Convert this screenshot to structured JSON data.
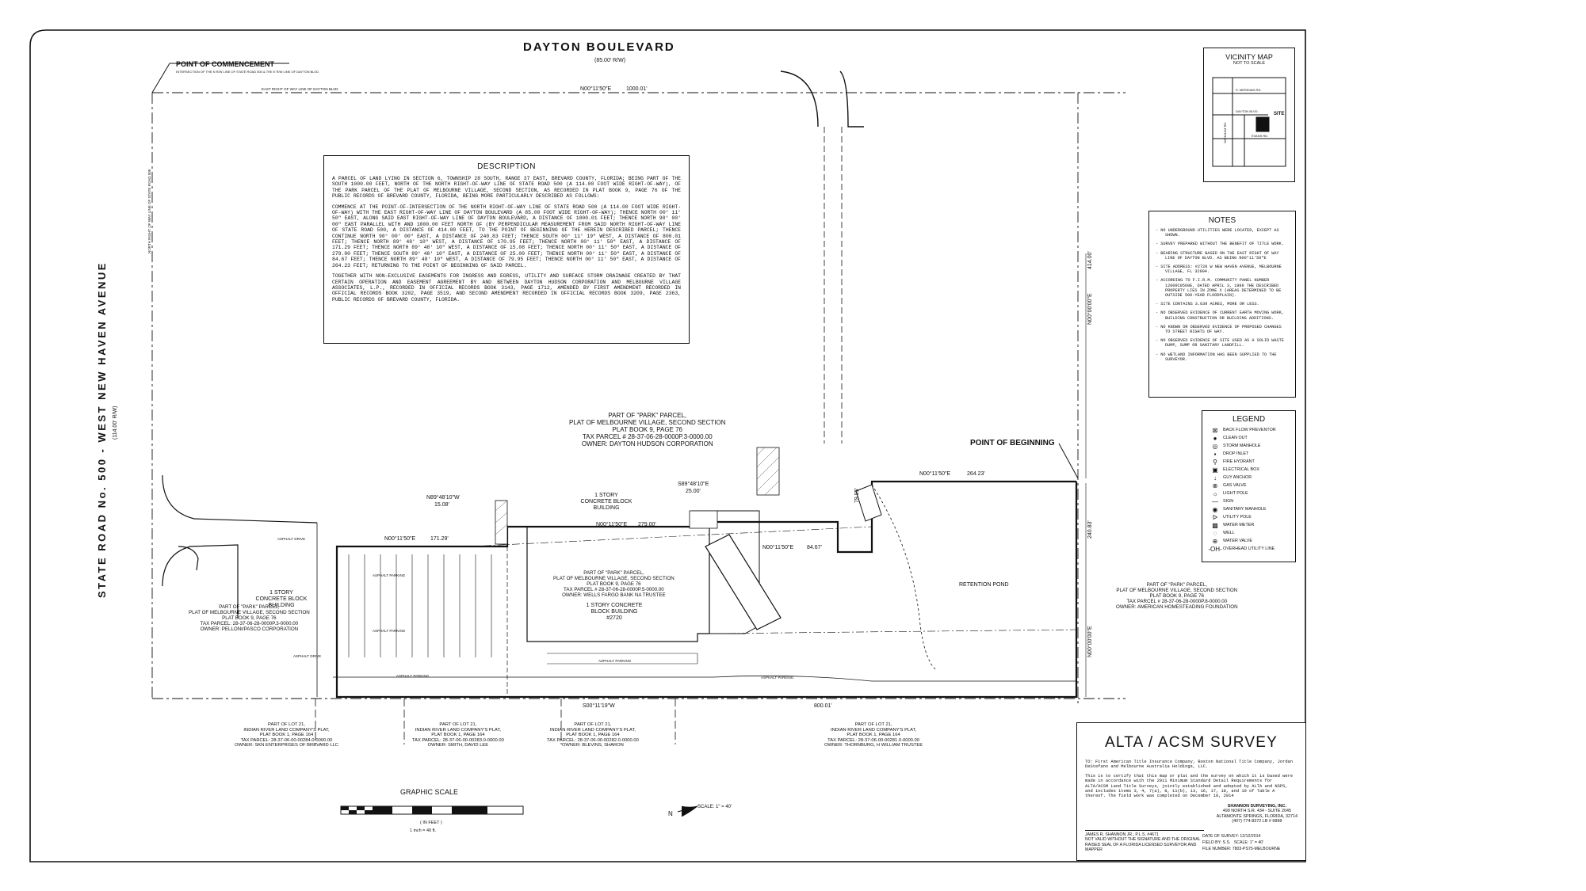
{
  "title": {
    "road_top": "DAYTON BOULEVARD",
    "road_top_rw": "(85.00' R/W)",
    "road_left": "STATE ROAD No. 500 - WEST NEW HAVEN AVENUE",
    "road_left_rw": "(114.00' R/W)"
  },
  "labels": {
    "poc": "POINT OF COMMENCEMENT",
    "poc_sub": "INTERSECTION OF THE N R/W LINE OF STATE ROAD 500 & THE E R/W LINE OF DAYTON BLVD.",
    "pob": "POINT OF BEGINNING",
    "east_row": "EAST RIGHT OF WAY LINE OF DAYTON BLVD.",
    "north_row": "NORTH RIGHT OF WAY LINE OF STATE ROAD 500",
    "retention_pond": "RETENTION POND",
    "graphic_scale": "GRAPHIC SCALE",
    "scale_in_feet": "( IN FEET )",
    "scale_inch": "1 inch = 40 ft.",
    "scale_north": "SCALE: 1\" = 40'",
    "north_arrow": "N",
    "asphalt_parking": "ASPHALT PARKING",
    "asphalt_drive": "ASPHALT DRIVE"
  },
  "bearings": {
    "b1": "N00°11'50\"E",
    "d1": "1000.01'",
    "b2": "N00°11'50\"E",
    "d2": "264.23'",
    "b3": "N00°11'50\"E",
    "d3": "171.29'",
    "b4": "N89°48'10\"W",
    "d4": "15.08'",
    "b5": "N00°11'50\"E",
    "d5": "279.00'",
    "b6": "S89°48'10\"E",
    "d6": "25.00'",
    "b7": "N00°11'50\"E",
    "d7": "84.67'",
    "b8": "S00°11'19\"W",
    "d8": "800.01'",
    "b9": "N00°00'00\"E",
    "d9": "414.00'",
    "d10": "240.83'",
    "d11": "79.95'"
  },
  "buildings": {
    "north": "1 STORY CONCRETE BLOCK BUILDING",
    "west": "1 STORY CONCRETE BLOCK BUILDING",
    "center": "1 STORY CONCRETE BLOCK BUILDING #2720"
  },
  "parcels": {
    "north": [
      "PART OF \"PARK\" PARCEL,",
      "PLAT OF MELBOURNE VILLAGE, SECOND SECTION",
      "PLAT BOOK 9, PAGE 76",
      "TAX PARCEL # 28-37-06-28-0000P.3-0000.00",
      "OWNER: DAYTON HUDSON CORPORATION"
    ],
    "west": [
      "PART OF \"PARK\" PARCEL,",
      "PLAT OF MELBOURNE VILLAGE, SECOND SECTION",
      "PLAT BOOK 9, PAGE 76",
      "TAX PARCEL: 28-37-06-28-0000P.3-0000.00",
      "OWNER: PELLONI/PASCO CORPORATION"
    ],
    "center": [
      "PART OF \"PARK\" PARCEL,",
      "PLAT OF MELBOURNE VILLAGE, SECOND SECTION",
      "PLAT BOOK 9, PAGE 76",
      "TAX PARCEL # 28-37-06-28-0000P.5-0000.00",
      "OWNER: WELLS FARGO BANK NA TRUSTEE"
    ],
    "east": [
      "PART OF \"PARK\" PARCEL,",
      "PLAT OF MELBOURNE VILLAGE, SECOND SECTION",
      "PLAT BOOK 9, PAGE 76",
      "TAX PARCEL # 28-37-06-28-0000P.8-0000.00",
      "OWNER: AMERICAN HOMESTEADING FOUNDATION"
    ],
    "s1": [
      "PART OF LOT 21,",
      "INDIAN RIVER LAND COMPANY'S PLAT,",
      "PLAT BOOK 1, PAGE 164",
      "TAX PARCEL: 28-37-06-00-00284.0-0000.00",
      "OWNER: SKN ENTERPRISES OF BREVARD LLC"
    ],
    "s2": [
      "PART OF LOT 21,",
      "INDIAN RIVER LAND COMPANY'S PLAT,",
      "PLAT BOOK 1, PAGE 164",
      "TAX PARCEL: 28-37-06-00-00283.0-0000.00",
      "OWNER: SMITH, DAVID LEE"
    ],
    "s3": [
      "PART OF LOT 21,",
      "INDIAN RIVER LAND COMPANY'S PLAT,",
      "PLAT BOOK 1, PAGE 164",
      "TAX PARCEL: 28-37-06-00-00282.0-0000.00",
      "OWNER: BLEVINS, SHARON"
    ],
    "s4": [
      "PART OF LOT 21,",
      "INDIAN RIVER LAND COMPANY'S PLAT,",
      "PLAT BOOK 1, PAGE 164",
      "TAX PARCEL: 28-37-06-00-00281.0-0000.00",
      "OWNER: THORNBURG, H WILLIAM TRUSTEE"
    ]
  },
  "description": {
    "title": "DESCRIPTION",
    "p1": "A PARCEL OF LAND LYING IN SECTION 6, TOWNSHIP 28 SOUTH, RANGE 37 EAST, BREVARD COUNTY, FLORIDA; BEING PART OF THE SOUTH 1000.00 FEET, NORTH OF THE NORTH RIGHT-OF-WAY LINE OF STATE ROAD 500 (A 114.00 FOOT WIDE RIGHT-OF-WAY), OF THE PARK PARCEL OF THE PLAT OF MELBOURNE VILLAGE, SECOND SECTION, AS RECORDED IN PLAT BOOK 9, PAGE 76 OF THE PUBLIC RECORDS OF BREVARD COUNTY, FLORIDA, BEING MORE PARTICULARLY DESCRIBED AS FOLLOWS:",
    "p2": "COMMENCE AT THE POINT-OF-INTERSECTION OF THE NORTH RIGHT-OF-WAY LINE OF STATE ROAD 500 (A 114.00 FOOT WIDE RIGHT-OF-WAY) WITH THE EAST RIGHT-OF-WAY LINE OF DAYTON BOULEVARD (A 85.00 FOOT WIDE RIGHT-OF-WAY); THENCE NORTH 00° 11' 50\" EAST, ALONG SAID EAST RIGHT-OF-WAY LINE OF DAYTON BOULEVARD, A DISTANCE OF 1000.01 FEET; THENCE NORTH 90° 00' 00\" EAST PARALLEL WITH AND 1000.00 FEET NORTH OF (BY PERPENDICULAR MEASUREMENT FROM SAID NORTH RIGHT-OF-WAY LINE OF STATE ROAD 500, A DISTANCE OF 414.00 FEET, TO THE POINT OF BEGINNING OF THE HEREIN DESCRIBED PARCEL; THENCE CONTINUE NORTH 90° 00' 00\" EAST, A DISTANCE OF 240.83 FEET; THENCE SOUTH 00° 11' 19\" WEST, A DISTANCE OF 800.01 FEET; THENCE NORTH 89° 48' 10\" WEST, A DISTANCE OF 170.95 FEET; THENCE NORTH 00° 11' 50\" EAST, A DISTANCE OF 171.29 FEET; THENCE NORTH 89° 48' 10\" WEST, A DISTANCE OF 15.08 FEET; THENCE NORTH 00° 11' 50\" EAST, A DISTANCE OF 279.00 FEET; THENCE SOUTH 89° 48' 10\" EAST, A DISTANCE OF 25.00 FEET; THENCE NORTH 00° 11' 50\" EAST, A DISTANCE OF 84.67 FEET; THENCE NORTH 89° 48' 10\" WEST, A DISTANCE OF 79.95 FEET; THENCE NORTH 00° 11' 50\" EAST, A DISTANCE OF 264.23 FEET; RETURNING TO THE POINT OF BEGINNING OF SAID PARCEL.",
    "p3": "TOGETHER WITH NON-EXCLUSIVE EASEMENTS FOR INGRESS AND EGRESS, UTILITY AND SURFACE STORM DRAINAGE CREATED BY THAT CERTAIN OPERATION AND EASEMENT AGREEMENT BY AND BETWEEN DAYTON HUDSON CORPORATION AND MELBOURNE VILLAGE ASSOCIATES, L.P., RECORDED IN OFFICIAL RECORDS BOOK 3143, PAGE 1712, AMENDED BY FIRST AMENDMENT RECORDED IN OFFICIAL RECORDS BOOK 3202, PAGE 3519, AND SECOND AMENDMENT RECORDED IN OFFICIAL RECORDS BOOK 3209, PAGE 2363, PUBLIC RECORDS OF BREVARD COUNTY, FLORIDA."
  },
  "vicinity": {
    "title": "VICINITY MAP",
    "subtitle": "NOT TO SCALE",
    "site": "SITE",
    "roads": [
      "S. MERIDIAN RD.",
      "DAYTON BLVD.",
      "EVANS RD.",
      "WICKHAM RD."
    ]
  },
  "notes": {
    "title": "NOTES",
    "items": [
      "- NO UNDERGROUND UTILITIES WERE LOCATED, EXCEPT AS SHOWN.",
      "- SURVEY PREPARED WITHOUT THE BENEFIT OF TITLE WORK.",
      "- BEARING STRUCTURE BASED ON THE EAST RIGHT OF WAY LINE OF DAYTON BLVD. AS BEING N00°11'50\"E",
      "- SITE ADDRESS: #2720 W NEW HAVEN AVENUE, MELBOURNE VILLAGE, FL 32904.",
      "- ACCORDING TO F.I.R.M. COMMUNITY PANEL NUMBER 12009C0560E, DATED APRIL 3, 1989 THE DESCRIBED PROPERTY LIES IN ZONE X (AREAS DETERMINED TO BE OUTSIDE 500-YEAR FLOODPLAIN).",
      "- SITE CONTAINS 3.639 ACRES, MORE OR LESS.",
      "- NO OBSERVED EVIDENCE OF CURRENT EARTH MOVING WORK, BUILDING CONSTRUCTION OR BUILDING ADDITIONS.",
      "- NO KNOWN OR OBSERVED EVIDENCE OF PROPOSED CHANGES TO STREET RIGHTS OF WAY.",
      "- NO OBSERVED EVIDENCE OF SITE USED AS A SOLID WASTE DUMP, SUMP OR SANITARY LANDFILL.",
      "- NO WETLAND INFORMATION HAS BEEN SUPPLIED TO THE SURVEYOR."
    ]
  },
  "legend": {
    "title": "LEGEND",
    "items": [
      {
        "sym": "⊠",
        "label": "BACK FLOW PREVENTOR"
      },
      {
        "sym": "●",
        "label": "CLEAN OUT"
      },
      {
        "sym": "◎",
        "label": "STORM MANHOLE"
      },
      {
        "sym": "▪",
        "label": "DROP INLET"
      },
      {
        "sym": "⚲",
        "label": "FIRE HYDRANT"
      },
      {
        "sym": "▣",
        "label": "ELECTRICAL BOX"
      },
      {
        "sym": "↓",
        "label": "GUY ANCHOR"
      },
      {
        "sym": "⊗",
        "label": "GAS VALVE"
      },
      {
        "sym": "☼",
        "label": "LIGHT POLE"
      },
      {
        "sym": "—",
        "label": "SIGN"
      },
      {
        "sym": "◉",
        "label": "SANITARY MANHOLE"
      },
      {
        "sym": "ᐅ",
        "label": "UTILITY POLE"
      },
      {
        "sym": "▩",
        "label": "WATER METER"
      },
      {
        "sym": "◌",
        "label": "WELL"
      },
      {
        "sym": "⊕",
        "label": "WATER VALVE"
      },
      {
        "sym": "-OH-",
        "label": "OVERHEAD UTILITY LINE"
      }
    ]
  },
  "alta": {
    "title": "ALTA / ACSM SURVEY",
    "to": "TO: First American Title Insurance Company, Boston National Title Company, Jordan DeStefano and Melbourne Australia Holdings, LLC.",
    "cert": "This is to certify that this map or plat and the survey on which it is based were made in accordance with the 2011 Minimum Standard Detail Requirements for ALTA/ACSM Land Title Surveys, jointly established and adopted by ALTA and NSPS, and includes items 3, 4, 7(a), 8, 11(b), 13, 16, 17, 18, and 19 of Table A thereof. The field work was completed on December 10, 2014",
    "firm": [
      "SHANNON SURVEYING, INC.",
      "499 NORTH S.R. 434 - SUITE 2045",
      "ALTAMONTE SPRINGS, FLORIDA, 32714",
      "(407) 774-8372   LB # 6898"
    ],
    "surveyor": "JAMES R. SHANNON JR., P.L.S. #4671",
    "surveyor_note": "NOT VALID WITHOUT THE SIGNATURE AND THE ORIGINAL RAISED SEAL OF A FLORIDA LICENSED SURVEYOR AND MAPPER",
    "date_label": "DATE OF SURVEY:",
    "date_value": "12/12/2014",
    "field_label": "FIELD BY:",
    "field_value": "S.S.",
    "scale_label": "SCALE:",
    "scale_value": "1\" = 40'",
    "file_label": "FILE NUMBER:",
    "file_value": "7803-PS75-MELBOURNE"
  },
  "colors": {
    "ink": "#111111",
    "paper": "#ffffff",
    "hatch": "#555555"
  }
}
